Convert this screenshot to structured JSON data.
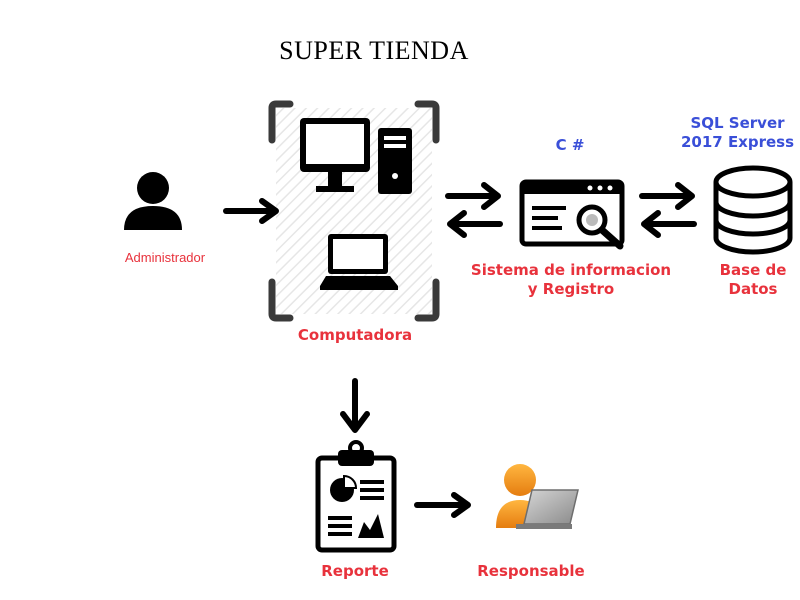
{
  "title": "SUPER TIENDA",
  "nodes": {
    "admin": {
      "label": "Administrador",
      "icon": "user-icon"
    },
    "computer": {
      "label": "Computadora",
      "icons": [
        "desktop-computer-icon",
        "laptop-icon"
      ]
    },
    "system": {
      "label_line1": "Sistema de informacion",
      "label_line2": "y Registro",
      "tech": "C #",
      "icon": "window-search-icon"
    },
    "database": {
      "label_line1": "Base de",
      "label_line2": "Datos",
      "tech_line1": "SQL Server",
      "tech_line2": "2017 Express",
      "icon": "database-icon"
    },
    "report": {
      "label": "Reporte",
      "icon": "clipboard-report-icon"
    },
    "responsible": {
      "label": "Responsable",
      "icon": "user-laptop-icon"
    }
  },
  "colors": {
    "label_red": "#e8323c",
    "tech_blue": "#3a4fd8",
    "responsible_orange": "#f39a1e"
  }
}
